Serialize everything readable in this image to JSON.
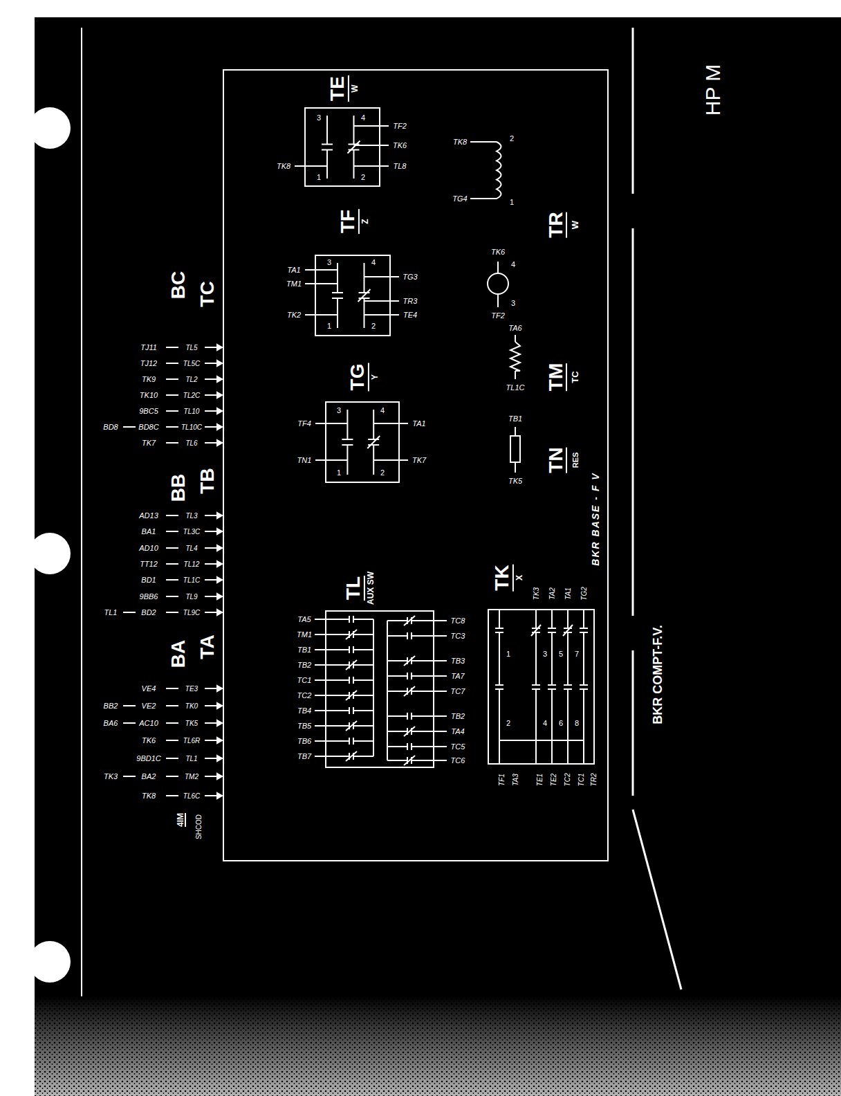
{
  "diagram": {
    "nodes": [
      {
        "text": [
          "BKR BASE - F V"
        ]
      },
      {
        "text": [
          "TE",
          "W"
        ],
        "in": 0
      },
      {
        "text": [
          "TF",
          "Z"
        ],
        "in": 0
      },
      {
        "text": [
          "TG",
          "Y"
        ],
        "in": 0
      },
      {
        "text": [
          "TL",
          "AUX SW"
        ],
        "in": 0
      },
      {
        "text": [
          "TK",
          "X"
        ],
        "in": 0
      }
    ],
    "labels": [
      "4IM",
      "SHCOD",
      "TA",
      "TB",
      "TC",
      "BA",
      "BB",
      "BC",
      "TL6C",
      "TM2",
      "TL1",
      "TL6R",
      "TK5",
      "TK0",
      "TE3",
      "TL9C",
      "TL9",
      "TL1C",
      "TL12",
      "TL4",
      "TL3C",
      "TL3",
      "TL6",
      "TL10C",
      "TL10",
      "TL2C",
      "TL2",
      "TL5C",
      "TL5",
      "TK8",
      "BA2",
      "TK3",
      "9BD1C",
      "TK6",
      "AC10",
      "BA6",
      "VE2",
      "BB2",
      "VE4",
      "BD2",
      "TL1",
      "9BB6",
      "BD1",
      "TT12",
      "AD10",
      "BA1",
      "AD13",
      "TK7",
      "BD8C",
      "BD8",
      "9BC5",
      "TK10",
      "TK9",
      "TJ12",
      "TJ11",
      "TR",
      "W",
      "TM",
      "TC",
      "TN",
      "RES",
      "3",
      "4",
      "1",
      "2",
      "TK8",
      "TF2",
      "TK6",
      "TL8",
      "3",
      "4",
      "1",
      "2",
      "TA1",
      "TM1",
      "TK2",
      "TG3",
      "TR3",
      "TE4",
      "3",
      "4",
      "1",
      "2",
      "TF4",
      "TN1",
      "TA1",
      "TK7",
      "TA5",
      "TM1",
      "TB1",
      "TB2",
      "TC1",
      "TC2",
      "TB4",
      "TB5",
      "TB6",
      "TB7",
      "TC8",
      "TC3",
      "TB3",
      "TA7",
      "TC7",
      "TB2",
      "TA4",
      "TC5",
      "TC6",
      "TK3",
      "TA2",
      "TA1",
      "TG2",
      "TF1",
      "TA3",
      "TE1",
      "TE2",
      "TC2",
      "TC1",
      "TR2",
      "1",
      "3",
      "5",
      "7",
      "2",
      "4",
      "6",
      "8",
      "TK8",
      "TG4",
      "2",
      "1",
      "TK6",
      "TF2",
      "4",
      "3",
      "TA6",
      "TL1C",
      "TB1",
      "TK5",
      "HP M",
      "BKR COMPT-F.V."
    ]
  }
}
